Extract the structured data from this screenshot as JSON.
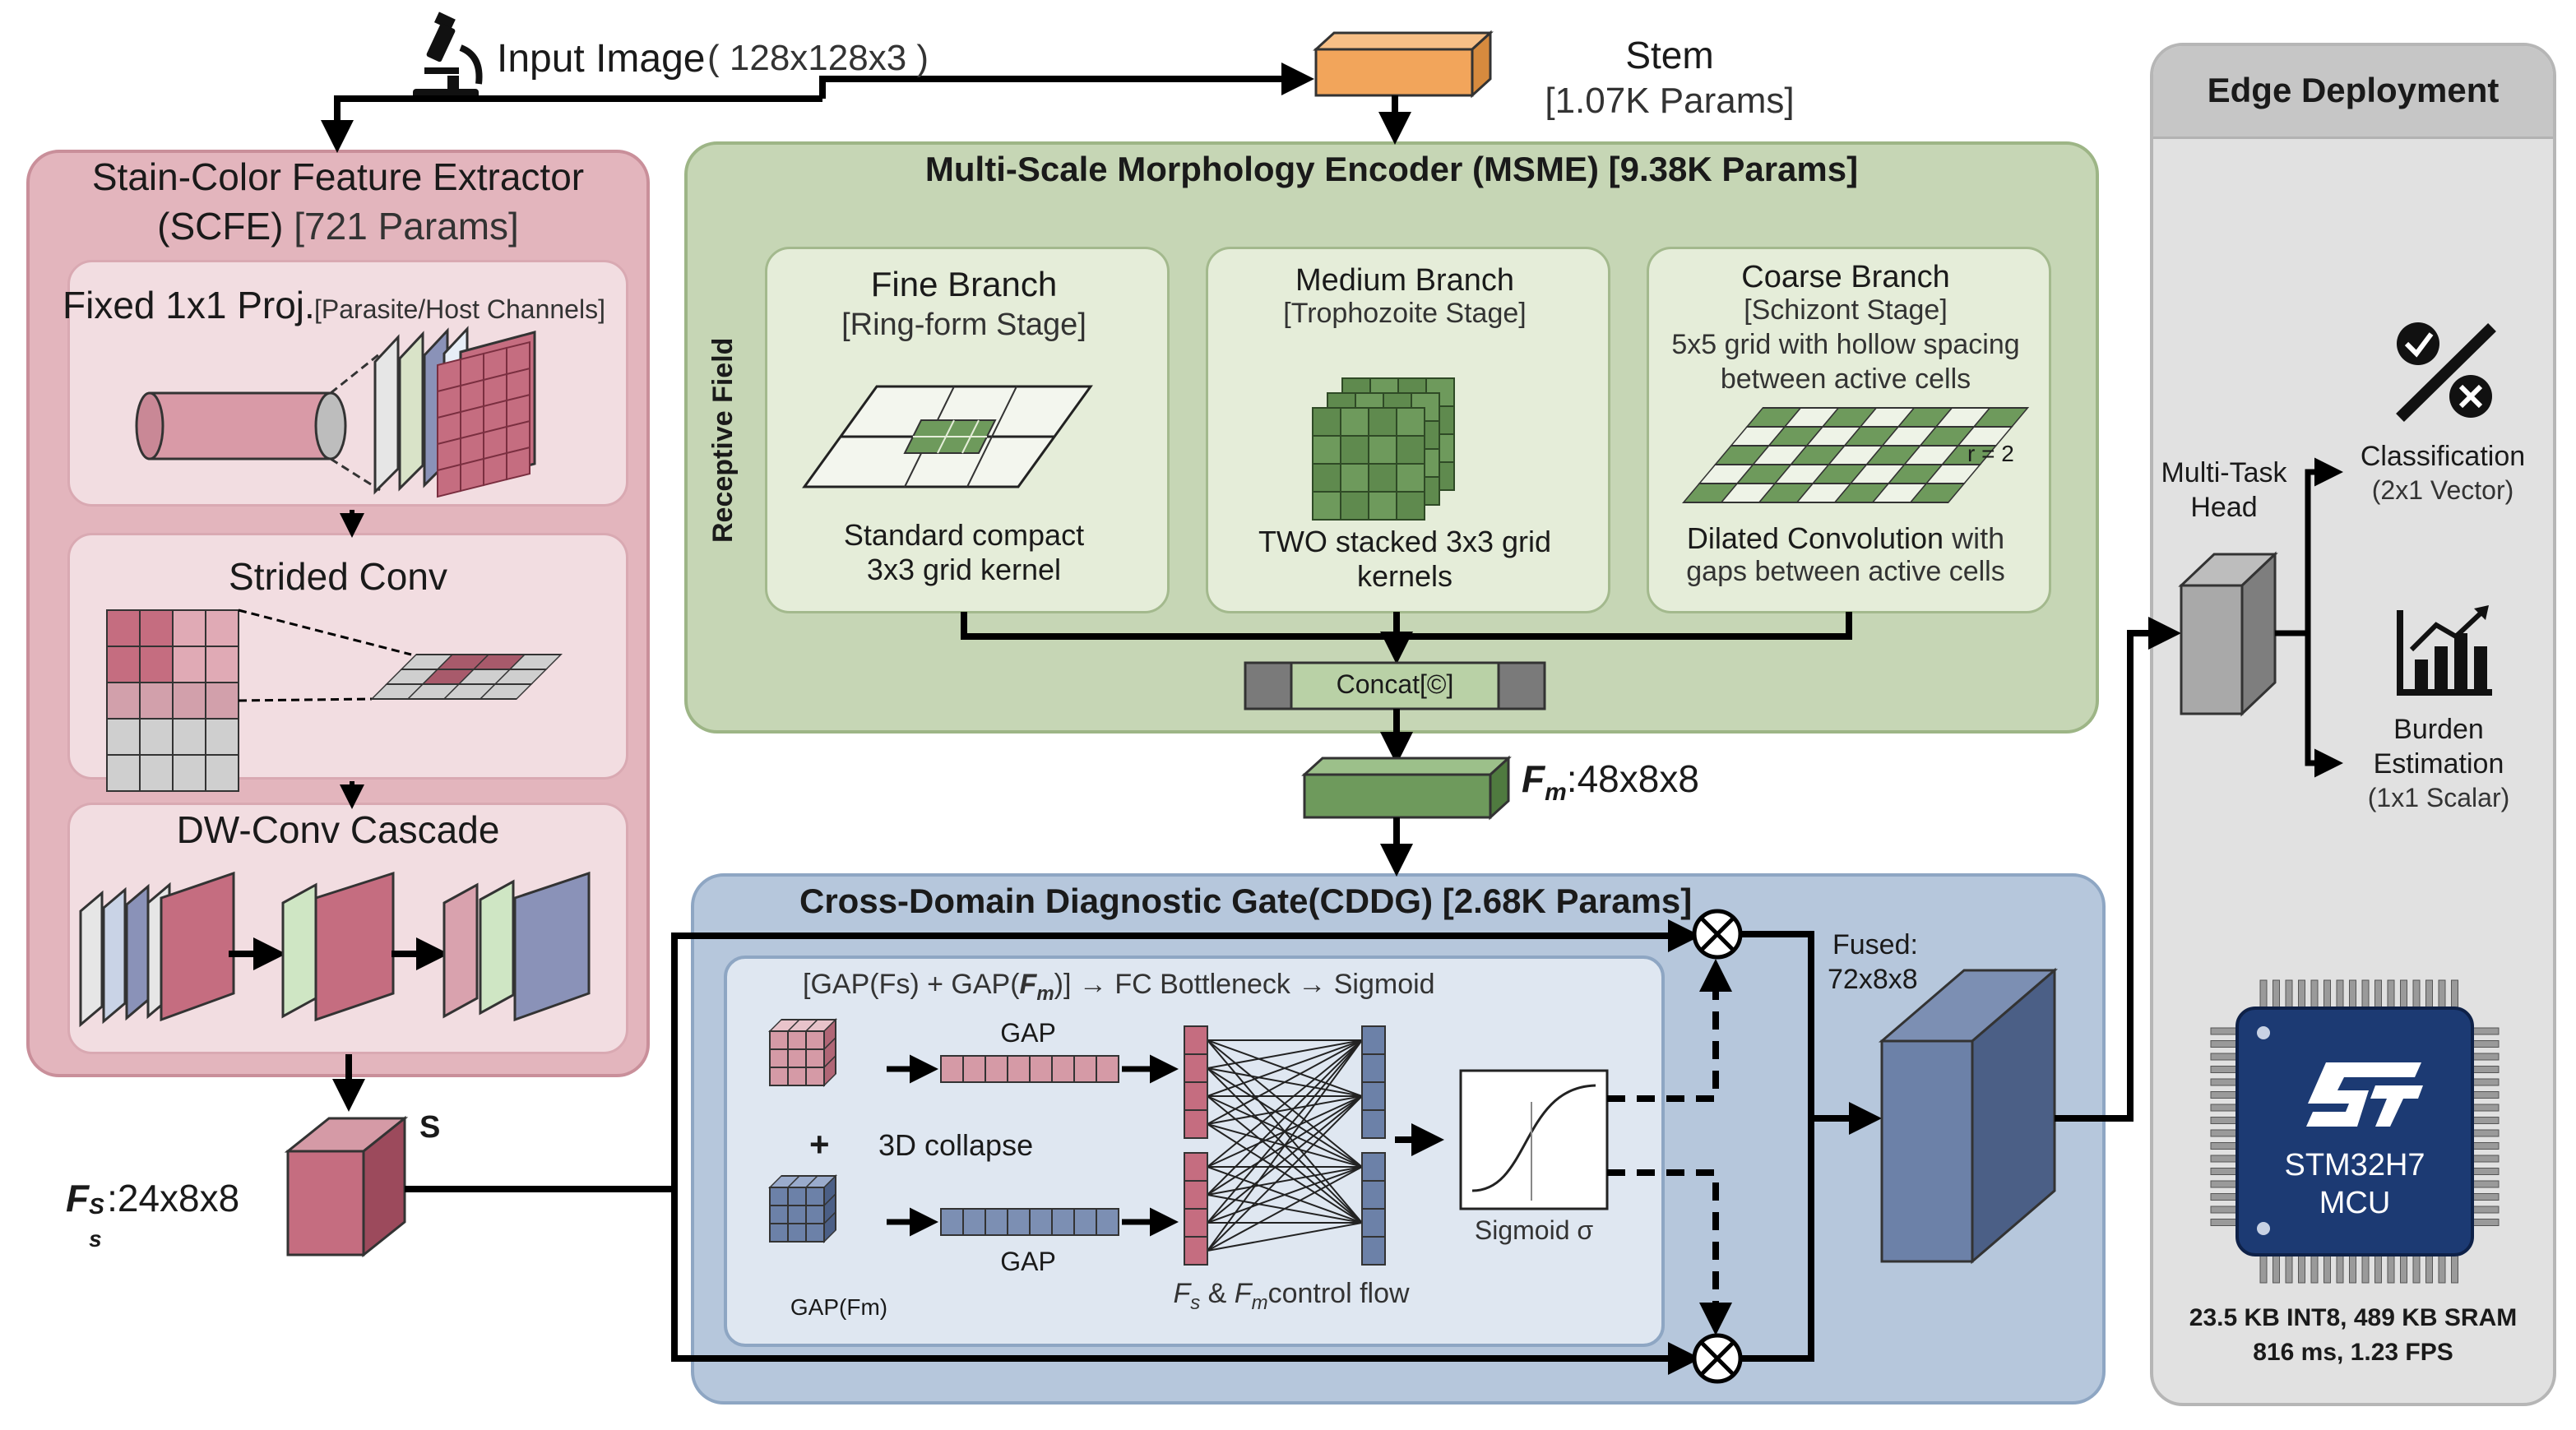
{
  "input": {
    "label": "Input Image",
    "size": "( 128x128x3 )"
  },
  "stem": {
    "title": "Stem",
    "params": "[1.07K Params]"
  },
  "scfe": {
    "title": "Stain-Color Feature Extractor",
    "abbr": "(SCFE)",
    "params": "[721 Params]",
    "proj_title": "Fixed 1x1 Proj.",
    "proj_sub": "[Parasite/Host Channels]",
    "strided_title": "Strided Conv",
    "dw_title": "DW-Conv Cascade"
  },
  "fs": {
    "label": ":24x8x8",
    "s_label": "S",
    "symbol": "F",
    "sup": "S",
    "sub": "s"
  },
  "msme": {
    "title": "Multi-Scale Morphology Encoder (MSME) [9.38K Params]",
    "receptive": "Receptive Field",
    "fine": {
      "title": "Fine Branch",
      "stage": "[Ring-form Stage]",
      "desc1": "Standard compact",
      "desc2": "3x3 grid kernel"
    },
    "medium": {
      "title": "Medium Branch",
      "stage": "[Trophozoite Stage]",
      "desc1": "TWO stacked 3x3 grid",
      "desc2": "kernels"
    },
    "coarse": {
      "title": "Coarse Branch",
      "stage": "[Schizont Stage]",
      "note1": "5x5 grid with hollow spacing",
      "note2": "between active cells",
      "r": "r = 2",
      "desc1a": "Dilated Convolution",
      "desc1b": " with",
      "desc2": "gaps between active cells"
    },
    "concat": "Concat[©]"
  },
  "fm": {
    "symbol": "F",
    "sub": "m",
    "label": ":48x8x8"
  },
  "cddg": {
    "title": "Cross-Domain Diagnostic Gate(CDDG) [2.68K Params]",
    "formula_a": "[GAP(Fs) + GAP(",
    "formula_fm": "F",
    "formula_fm_sub": "m",
    "formula_b": ")] → FC Bottleneck → Sigmoid",
    "gap_top": "GAP",
    "gap_bottom": "GAP",
    "plus": "+",
    "collapse": "3D collapse",
    "gap_fm": "GAP(Fm)",
    "flow_fs": "F",
    "flow_fs_sub": "s",
    "flow_and": " & ",
    "flow_fm": "F",
    "flow_fm_sub": "m",
    "flow_text": "control flow",
    "sigmoid": "Sigmoid σ"
  },
  "fused": {
    "line1": "Fused:",
    "line2": "72x8x8"
  },
  "edge": {
    "title": "Edge Deployment",
    "head1": "Multi-Task",
    "head2": "Head",
    "cls1": "Classification",
    "cls2": "(2x1 Vector)",
    "bur1": "Burden",
    "bur2": "Estimation",
    "bur3": "(1x1 Scalar)",
    "chip1": "STM32H7",
    "chip2": "MCU",
    "stats1": "23.5 KB INT8, 489 KB SRAM",
    "stats2": "816 ms, 1.23 FPS"
  },
  "colors": {
    "scfe_bg": "#e3b5bd",
    "msme_bg": "#c6d6b5",
    "cddg_bg": "#b6c7dc",
    "edge_bg": "#e1e1e1",
    "stem_orange": "#f2a55b",
    "mcu_blue": "#1c3a73"
  }
}
